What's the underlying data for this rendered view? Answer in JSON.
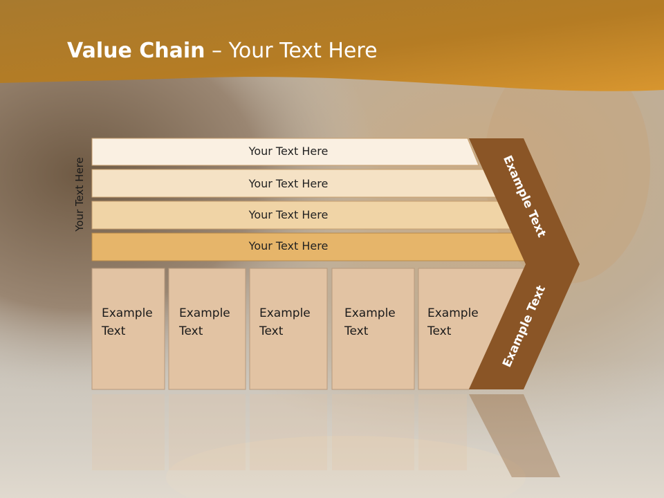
{
  "title": {
    "bold": "Value Chain",
    "rest": " – Your Text Here"
  },
  "side_label": "Your Text Here",
  "bars": [
    {
      "label": "Your Text Here",
      "color": "#faf0e2"
    },
    {
      "label": "Your Text Here",
      "color": "#f5e2c5"
    },
    {
      "label": "Your Text Here",
      "color": "#f0d4a6"
    },
    {
      "label": "Your Text Here",
      "color": "#e6b56a"
    }
  ],
  "columns": [
    {
      "line1": "Example",
      "line2": "Text"
    },
    {
      "line1": "Example",
      "line2": "Text"
    },
    {
      "line1": "Example",
      "line2": "Text"
    },
    {
      "line1": "Example",
      "line2": "Text"
    },
    {
      "line1": "Example",
      "line2": "Text"
    }
  ],
  "chevron": {
    "upper": "Example Text",
    "lower": "Example Text",
    "color": "#8a5526"
  },
  "colors": {
    "header": "#c98a2a",
    "background": "#d6d1c8",
    "column": "#e2c3a3"
  }
}
